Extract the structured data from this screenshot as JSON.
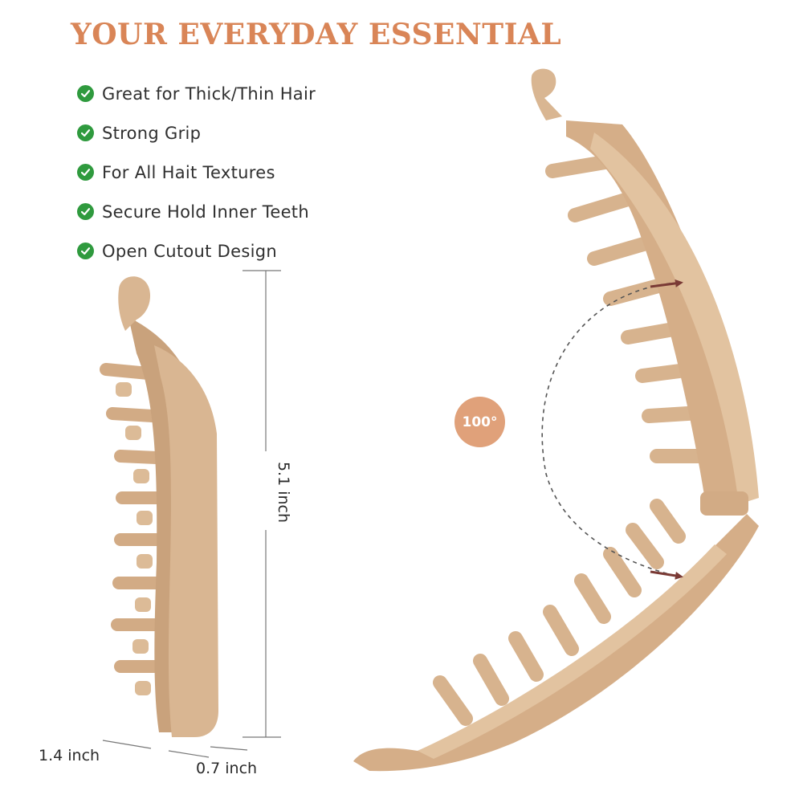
{
  "headline": "YOUR EVERYDAY ESSENTIAL",
  "features": [
    {
      "text": "Great for Thick/Thin Hair",
      "icon": "check-circle-icon"
    },
    {
      "text": "Strong Grip",
      "icon": "check-circle-icon"
    },
    {
      "text": "For All Hait Textures",
      "icon": "check-circle-icon"
    },
    {
      "text": "Secure Hold Inner Teeth",
      "icon": "check-circle-icon"
    },
    {
      "text": "Open Cutout Design",
      "icon": "check-circle-icon"
    }
  ],
  "dimensions": {
    "height": "5.1 inch",
    "width": "1.4 inch",
    "depth": "0.7 inch"
  },
  "opening_angle": "100°",
  "colors": {
    "headline": "#d98557",
    "check": "#2f9a3e",
    "clip": "#d8b48f",
    "badge": "#e0a17a",
    "arrow": "#7a3a35"
  }
}
